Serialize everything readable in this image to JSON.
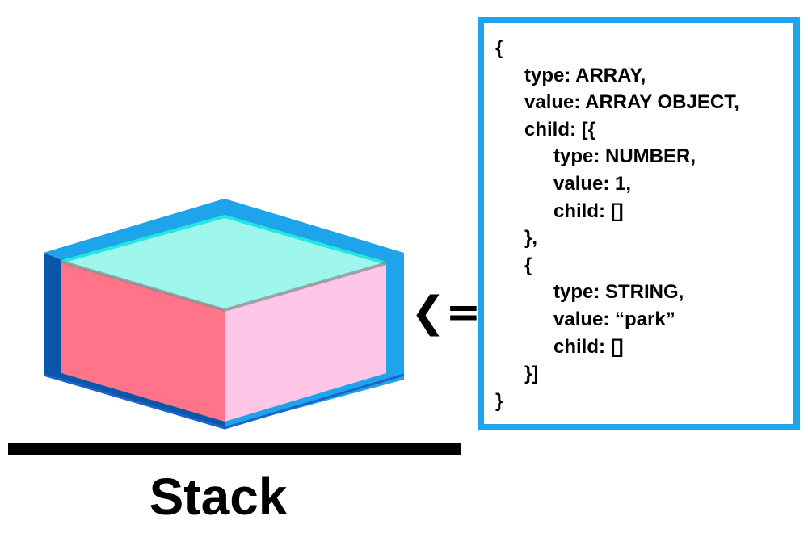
{
  "diagram": {
    "stack_label": "Stack",
    "push_arrow": "❮=",
    "colors": {
      "box_border": "#1ea4ea",
      "cube_top": "#9ef6ec",
      "cube_front": "#ff7488",
      "cube_side": "#ffc6e8",
      "cube_outline_blue": "#1ea4ea",
      "cube_outline_dark": "#0a56a8"
    },
    "code_lines": [
      {
        "text": "{",
        "indent": 0
      },
      {
        "text": "type: ARRAY,",
        "indent": 1
      },
      {
        "text": "value: ARRAY OBJECT,",
        "indent": 1
      },
      {
        "text": "child: [{",
        "indent": 1
      },
      {
        "text": "type: NUMBER,",
        "indent": 2
      },
      {
        "text": "value: 1,",
        "indent": 2
      },
      {
        "text": "child: []",
        "indent": 2
      },
      {
        "text": "},",
        "indent": 1
      },
      {
        "text": "{",
        "indent": 1
      },
      {
        "text": "type: STRING,",
        "indent": 2
      },
      {
        "text": "value: “park”",
        "indent": 2
      },
      {
        "text": "child: []",
        "indent": 2
      },
      {
        "text": "}]",
        "indent": 1
      },
      {
        "text": "}",
        "indent": 0
      }
    ]
  }
}
